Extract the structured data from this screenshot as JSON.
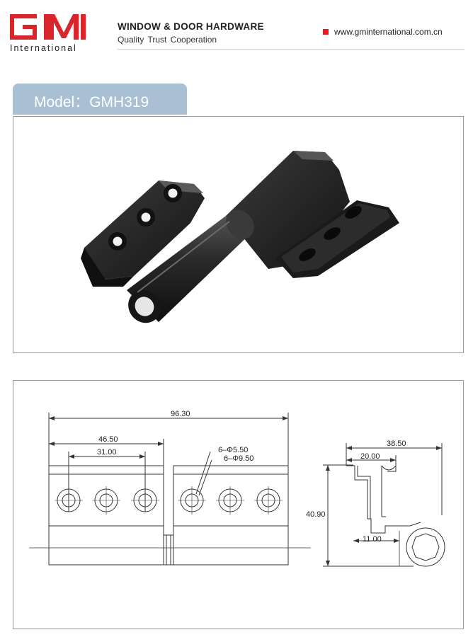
{
  "header": {
    "logo_letters": "GM",
    "logo_subtitle": "International",
    "title": "WINDOW & DOOR HARDWARE",
    "tagline": "Quality  Trust  Cooperation",
    "website": "www.gminternational.com.cn",
    "brand_color": "#d9262c"
  },
  "model": {
    "label": "Model：GMH319",
    "tab_color": "#a9bfd3"
  },
  "product_photo": {
    "subject": "black aluminium door hinge",
    "color": "#1c1c1c"
  },
  "drawing": {
    "dim_overall_width": "96.30",
    "dim_leaf_width": "46.50",
    "dim_hole_spacing": "31.00",
    "hole_note_1": "6–Φ5.50",
    "hole_note_2": "6–Φ9.50",
    "dim_side_width": "38.50",
    "dim_side_top": "20.00",
    "dim_height": "40.90",
    "dim_side_bottom": "11.00"
  }
}
